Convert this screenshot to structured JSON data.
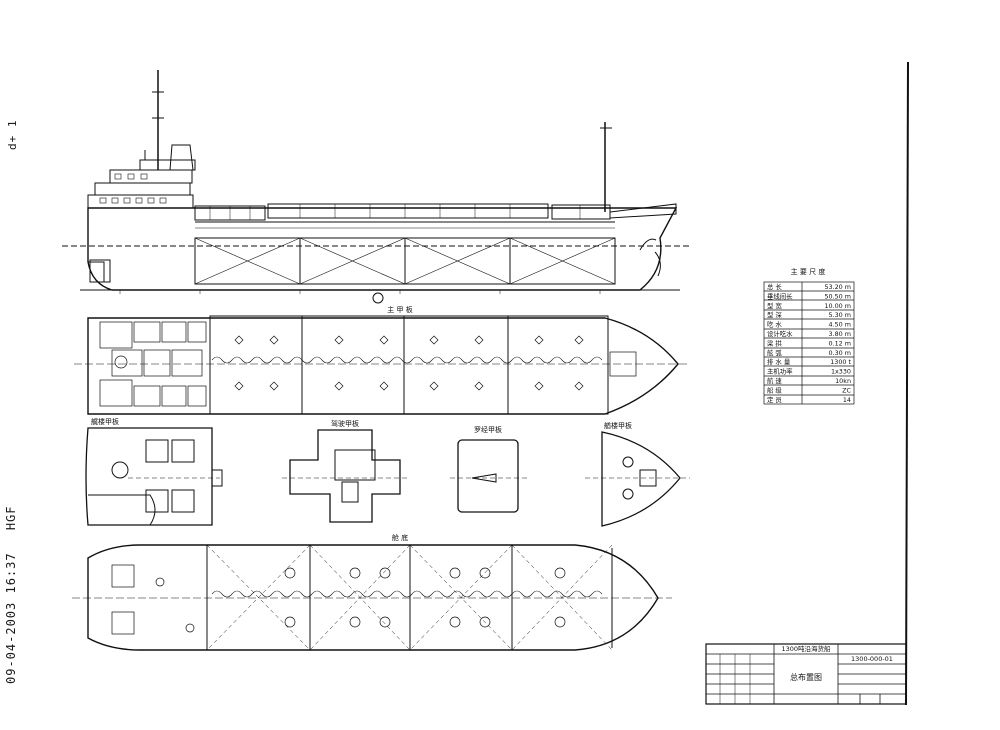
{
  "fax_header": {
    "timestamp": "09-04-2003 16:37",
    "sender": "HGF"
  },
  "page_marker": "d+ 1",
  "colors": {
    "ink": "#111111",
    "paper": "#ffffff"
  },
  "views": [
    {
      "id": "profile",
      "label": ""
    },
    {
      "id": "main-deck-plan",
      "label": "主 甲 板"
    },
    {
      "id": "poop-deck",
      "label": "艉楼甲板"
    },
    {
      "id": "bridge-deck",
      "label": "驾驶甲板"
    },
    {
      "id": "compass-deck",
      "label": "罗经甲板"
    },
    {
      "id": "forecastle-deck",
      "label": "艏楼甲板"
    },
    {
      "id": "hold-plan",
      "label": "舱 底"
    }
  ],
  "particulars": {
    "title": "主 要 尺 度",
    "rows": [
      {
        "label": "总 长",
        "value": "53.20 m"
      },
      {
        "label": "垂线间长",
        "value": "50.50 m"
      },
      {
        "label": "型 宽",
        "value": "10.00 m"
      },
      {
        "label": "型 深",
        "value": "5.30 m"
      },
      {
        "label": "吃 水",
        "value": "4.50 m"
      },
      {
        "label": "设计吃水",
        "value": "3.80 m"
      },
      {
        "label": "梁 拱",
        "value": "0.12 m"
      },
      {
        "label": "舷 弧",
        "value": "0.30 m"
      },
      {
        "label": "排 水 量",
        "value": "1300 t"
      },
      {
        "label": "主机功率",
        "value": "1x330"
      },
      {
        "label": "航 速",
        "value": "10kn"
      },
      {
        "label": "船 级",
        "value": "ZC"
      },
      {
        "label": "定 员",
        "value": "14"
      }
    ]
  },
  "title_block": {
    "project": "1300吨沿海货船",
    "drawing_title": "总布置图",
    "drawing_no": "1300-000-01"
  }
}
